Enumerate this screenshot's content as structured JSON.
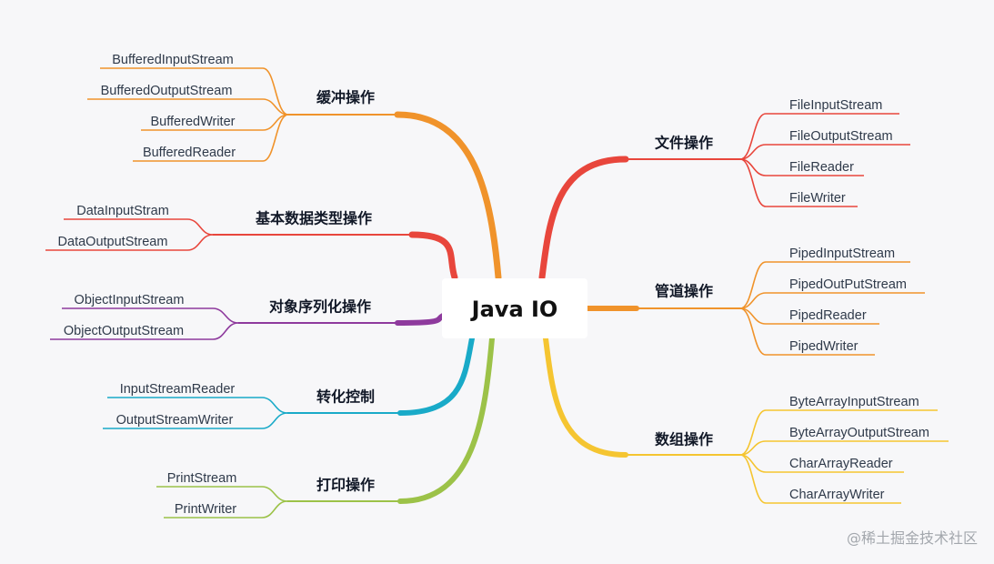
{
  "root": {
    "label": "Java IO"
  },
  "branches": [
    {
      "label": "缓冲操作",
      "color": "#f0932b",
      "side": "left",
      "items": [
        "BufferedInputStream",
        "BufferedOutputStream",
        "BufferedWriter",
        "BufferedReader"
      ]
    },
    {
      "label": "基本数据类型操作",
      "color": "#e8463c",
      "side": "left",
      "items": [
        "DataInputStram",
        "DataOutputStream"
      ]
    },
    {
      "label": "对象序列化操作",
      "color": "#8e3a9d",
      "side": "left",
      "items": [
        "ObjectInputStream",
        "ObjectOutputStream"
      ]
    },
    {
      "label": "转化控制",
      "color": "#19aac8",
      "side": "left",
      "items": [
        "InputStreamReader",
        "OutputStreamWriter"
      ]
    },
    {
      "label": "打印操作",
      "color": "#9cc248",
      "side": "left",
      "items": [
        "PrintStream",
        "PrintWriter"
      ]
    },
    {
      "label": "文件操作",
      "color": "#e8463c",
      "side": "right",
      "items": [
        "FileInputStream",
        "FileOutputStream",
        "FileReader",
        "FileWriter"
      ]
    },
    {
      "label": "管道操作",
      "color": "#f0932b",
      "side": "right",
      "items": [
        "PipedInputStream",
        "PipedOutPutStream",
        "PipedReader",
        "PipedWriter"
      ]
    },
    {
      "label": "数组操作",
      "color": "#f5c531",
      "side": "right",
      "items": [
        "ByteArrayInputStream",
        "ByteArrayOutputStream",
        "CharArrayReader",
        "CharArrayWriter"
      ]
    }
  ],
  "watermark": "@稀土掘金技术社区"
}
